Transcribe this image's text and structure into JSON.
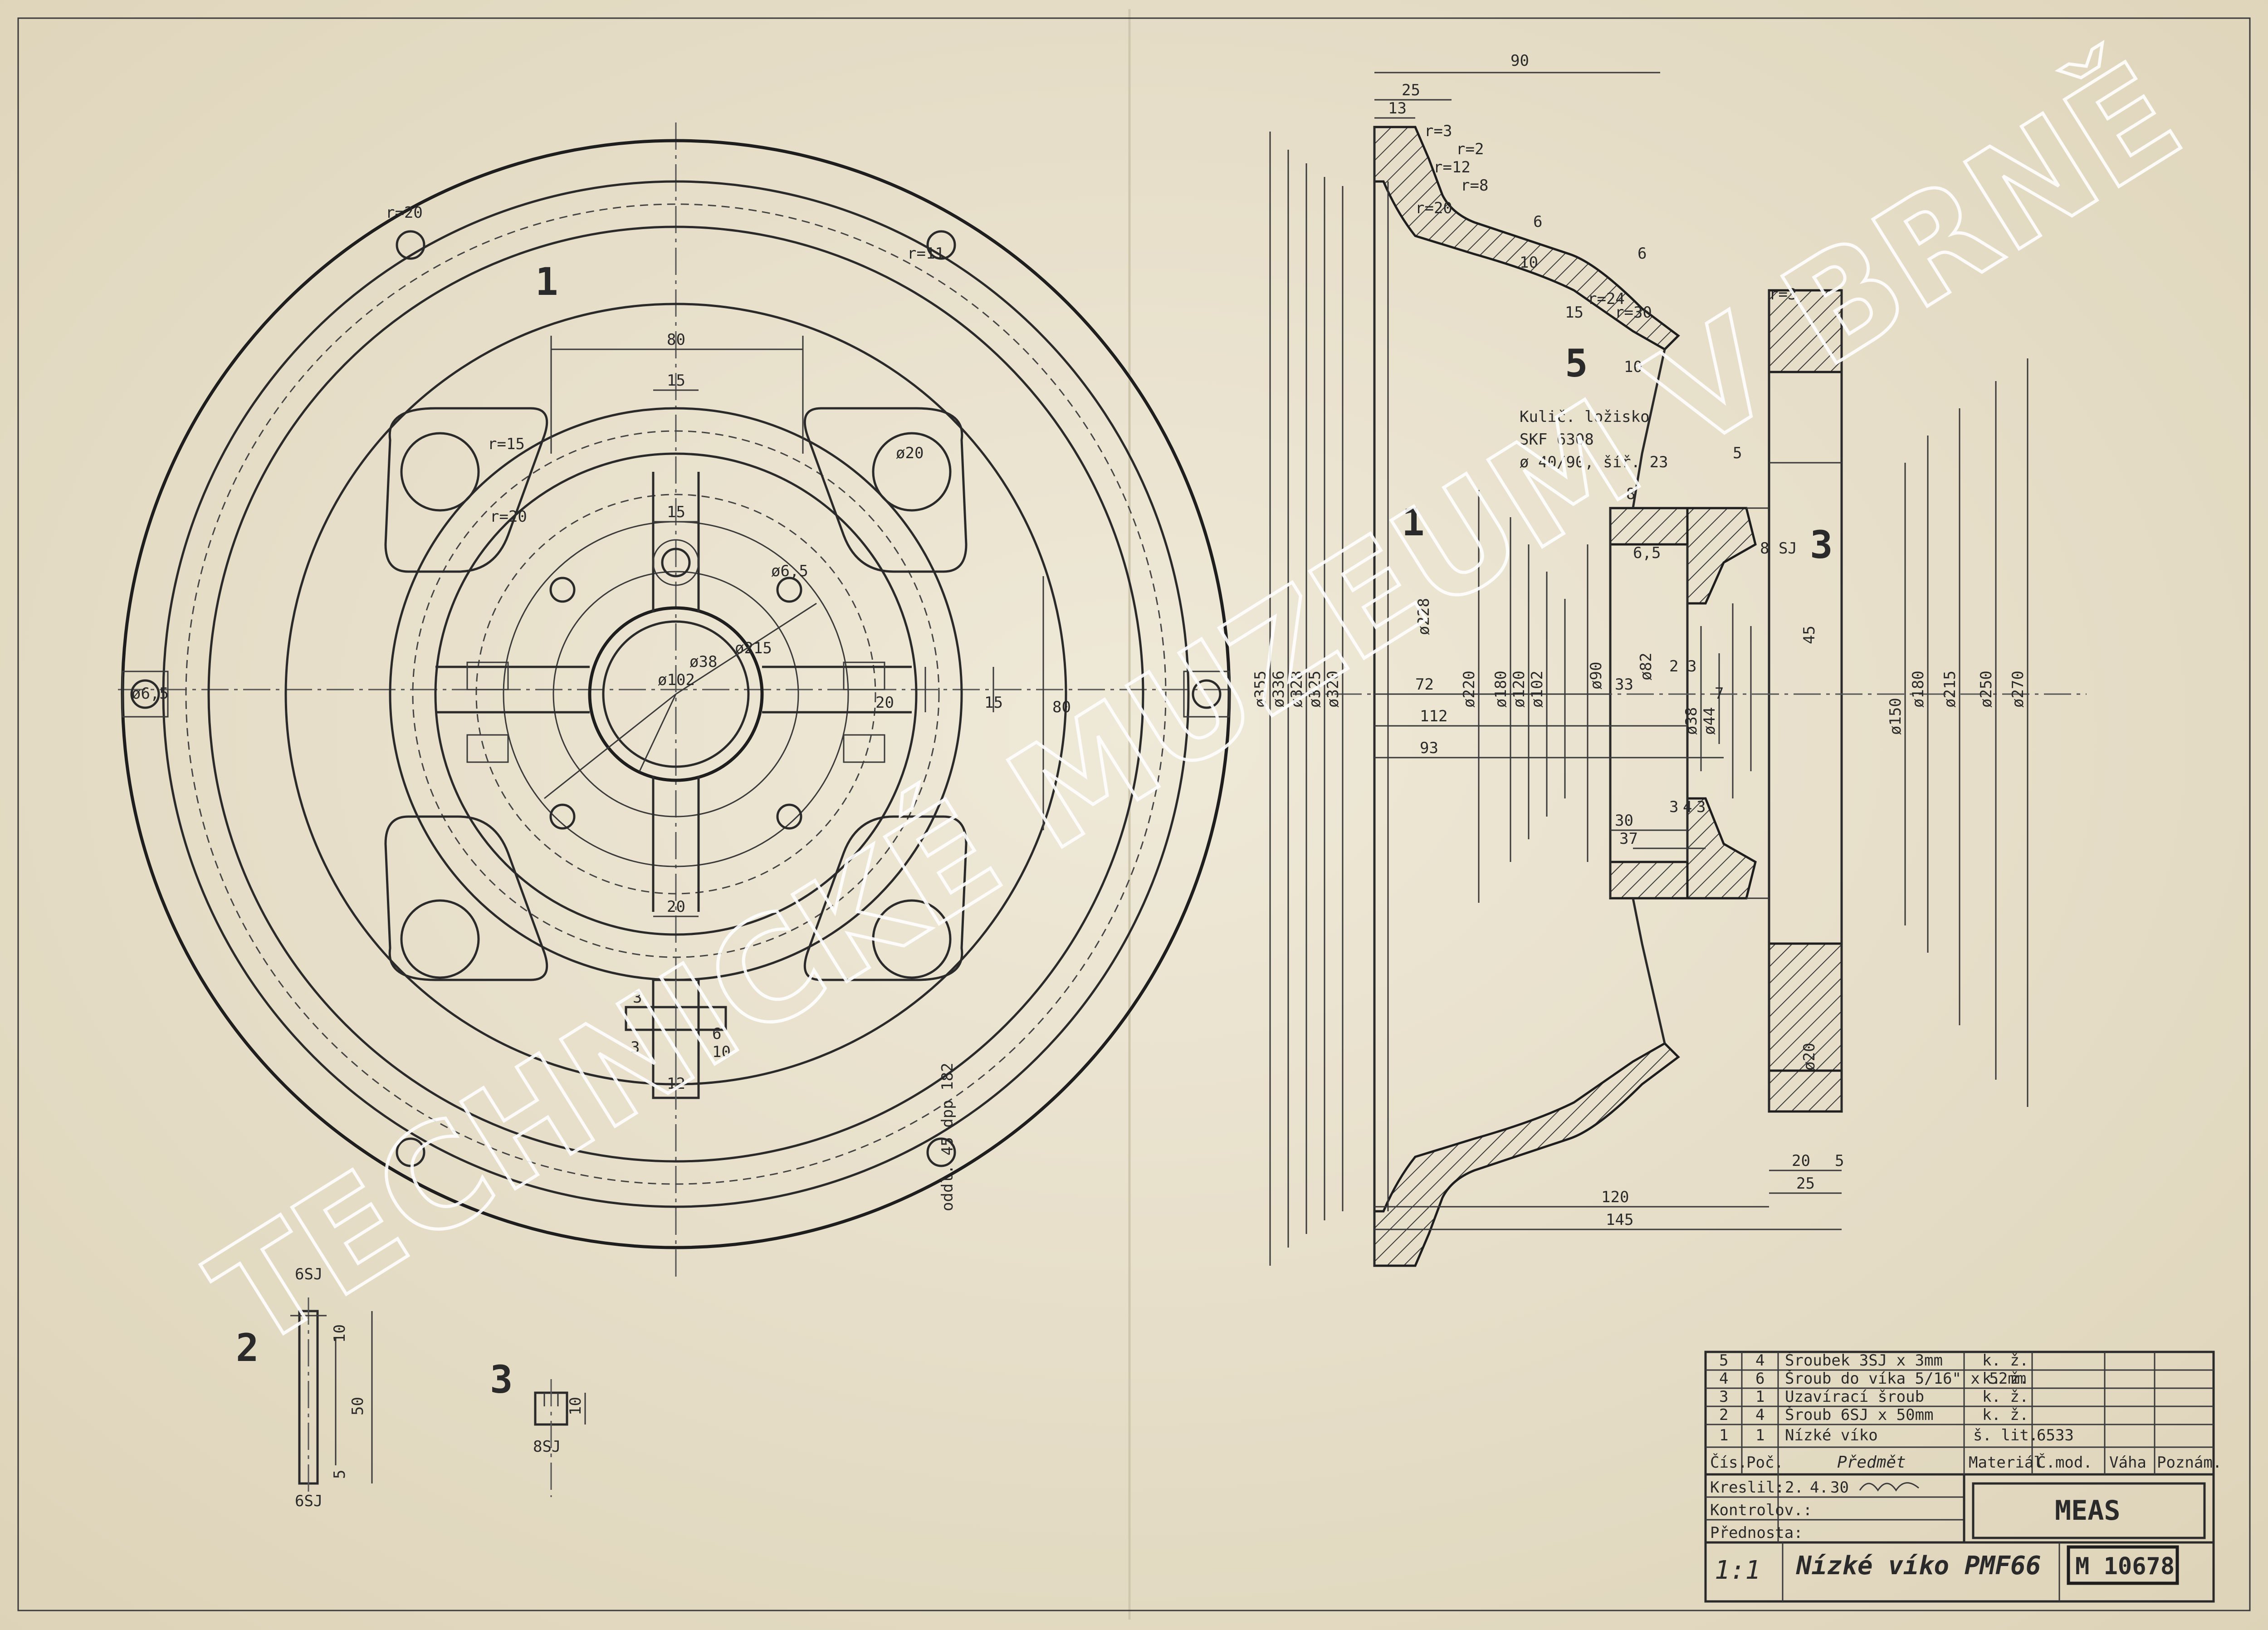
{
  "part_labels": {
    "main_view": "1",
    "section_view": "1",
    "detail_screw": "2",
    "detail_plug": "3",
    "section_plug": "3",
    "section_screw": "5"
  },
  "bearing_note": [
    "Kulič. ložisko",
    "SKF 6308",
    "ø 40/90, šíř. 23"
  ],
  "front_view_dims": [
    "80",
    "15",
    "15",
    "r=15",
    "r=20",
    "ø20",
    "ø6,5",
    "ø38",
    "ø102",
    "ø215",
    "20",
    "15",
    "80",
    "20",
    "r=20",
    "r=11",
    "ø6,5",
    "3",
    "3",
    "6",
    "12",
    "10"
  ],
  "side_note": "oddl. 45 dpp 182",
  "side_view_dims": [
    "90",
    "25",
    "13",
    "r=3",
    "r=2",
    "r=12",
    "r=8",
    "r=20",
    "6",
    "6",
    "10",
    "15",
    "r=24",
    "r=30",
    "10",
    "r=3",
    "5",
    "ø355",
    "ø336",
    "ø328",
    "ø325",
    "ø320",
    "ø228",
    "ø220",
    "ø180",
    "ø120",
    "ø102",
    "ø90",
    "ø82",
    "ø38",
    "ø44",
    "ø150",
    "ø180",
    "ø215",
    "ø250",
    "ø270",
    "72",
    "112",
    "93",
    "33",
    "30",
    "37",
    "3",
    "4",
    "3",
    "8",
    "ø20",
    "20",
    "5",
    "25",
    "120",
    "145",
    "45",
    "8 SJ",
    "6,5",
    "2",
    "3",
    "7"
  ],
  "detail_screw_dims": [
    "6SJ",
    "10",
    "50",
    "5",
    "6SJ"
  ],
  "detail_plug_dims": [
    "10",
    "8SJ"
  ],
  "bom": [
    {
      "cis": "5",
      "poc": "4",
      "predmet": "Šroubek 3SJ x 3mm",
      "material": "k. ž.",
      "model": "",
      "vaha": "",
      "poznam": ""
    },
    {
      "cis": "4",
      "poc": "6",
      "predmet": "Šroub do víka 5/16\" x 52mm",
      "material": "k. ž.",
      "model": "",
      "vaha": "",
      "poznam": ""
    },
    {
      "cis": "3",
      "poc": "1",
      "predmet": "Uzavírací šroub",
      "material": "k. ž.",
      "model": "",
      "vaha": "",
      "poznam": ""
    },
    {
      "cis": "2",
      "poc": "4",
      "predmet": "Šroub 6SJ x 50mm",
      "material": "k. ž.",
      "model": "",
      "vaha": "",
      "poznam": ""
    },
    {
      "cis": "1",
      "poc": "1",
      "predmet": "Nízké víko",
      "material": "š. lit.",
      "model": "6533",
      "vaha": "",
      "poznam": ""
    }
  ],
  "bom_headers": {
    "cis": "Čís.",
    "poc": "Poč.",
    "predmet": "Předmět",
    "material": "Materiál",
    "model": "Č.mod.",
    "vaha": "Váha",
    "poznam": "Poznám."
  },
  "signatures": {
    "kreslil_label": "Kreslil:",
    "kontroloval_label": "Kontrolov.:",
    "prednosta_label": "Přednosta:",
    "date_d": "2.",
    "date_m": "4.",
    "date_y": "30"
  },
  "company": "MEAS",
  "scale": "1:1",
  "title": "Nízké víko PMF66",
  "drawing_number": "M 10678",
  "watermark": "TECHNICKÉ MUZEUM V BRNĚ",
  "colors": {
    "paper": "#e9e2cf",
    "ink": "#2a2a2a",
    "hatch": "#3a3a3a",
    "watermark": "#ffffff"
  }
}
